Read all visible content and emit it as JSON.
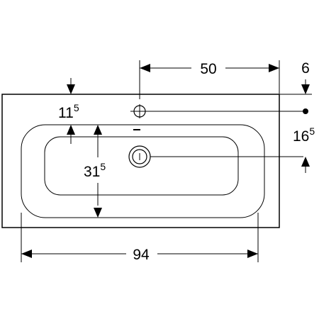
{
  "dimensions": {
    "width_total": "94",
    "tap_hole_offset": "50",
    "right_edge_offset": "6",
    "front_edge_main": "11",
    "front_edge_sup": "5",
    "tap_to_drain_main": "16",
    "tap_to_drain_sup": "5",
    "bowl_depth_main": "31",
    "bowl_depth_sup": "5"
  },
  "colors": {
    "line": "#000000",
    "background": "#ffffff"
  },
  "icons": [
    "tap-hole-icon",
    "drain-icon",
    "overflow-slot-icon",
    "centerline-dot-icon"
  ]
}
